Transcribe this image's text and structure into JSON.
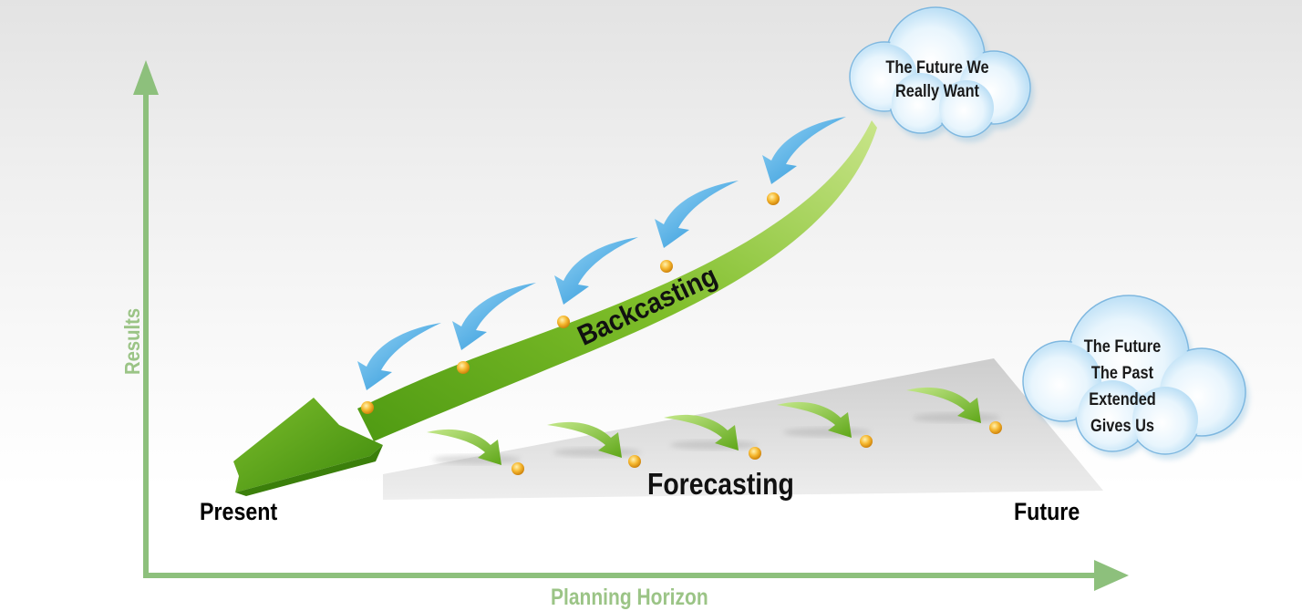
{
  "axes": {
    "x_label": "Planning Horizon",
    "y_label": "Results",
    "color": "#8dc07c"
  },
  "timeline": {
    "start_label": "Present",
    "end_label": "Future"
  },
  "paths": {
    "backcasting_label": "Backcasting",
    "forecasting_label": "Forecasting"
  },
  "clouds": {
    "desired_future": [
      "The Future We",
      "Really Want"
    ],
    "extended_past": [
      "The Future",
      "The Past",
      "Extended",
      "Gives Us"
    ]
  },
  "colors": {
    "main_arrow": "#7db62c",
    "blue_arrow": "#3aa6e3",
    "green_arrow": "#86c232",
    "node": "#f0a818",
    "cloud": "#c6e4f6",
    "plane": "#d0d0d0"
  }
}
